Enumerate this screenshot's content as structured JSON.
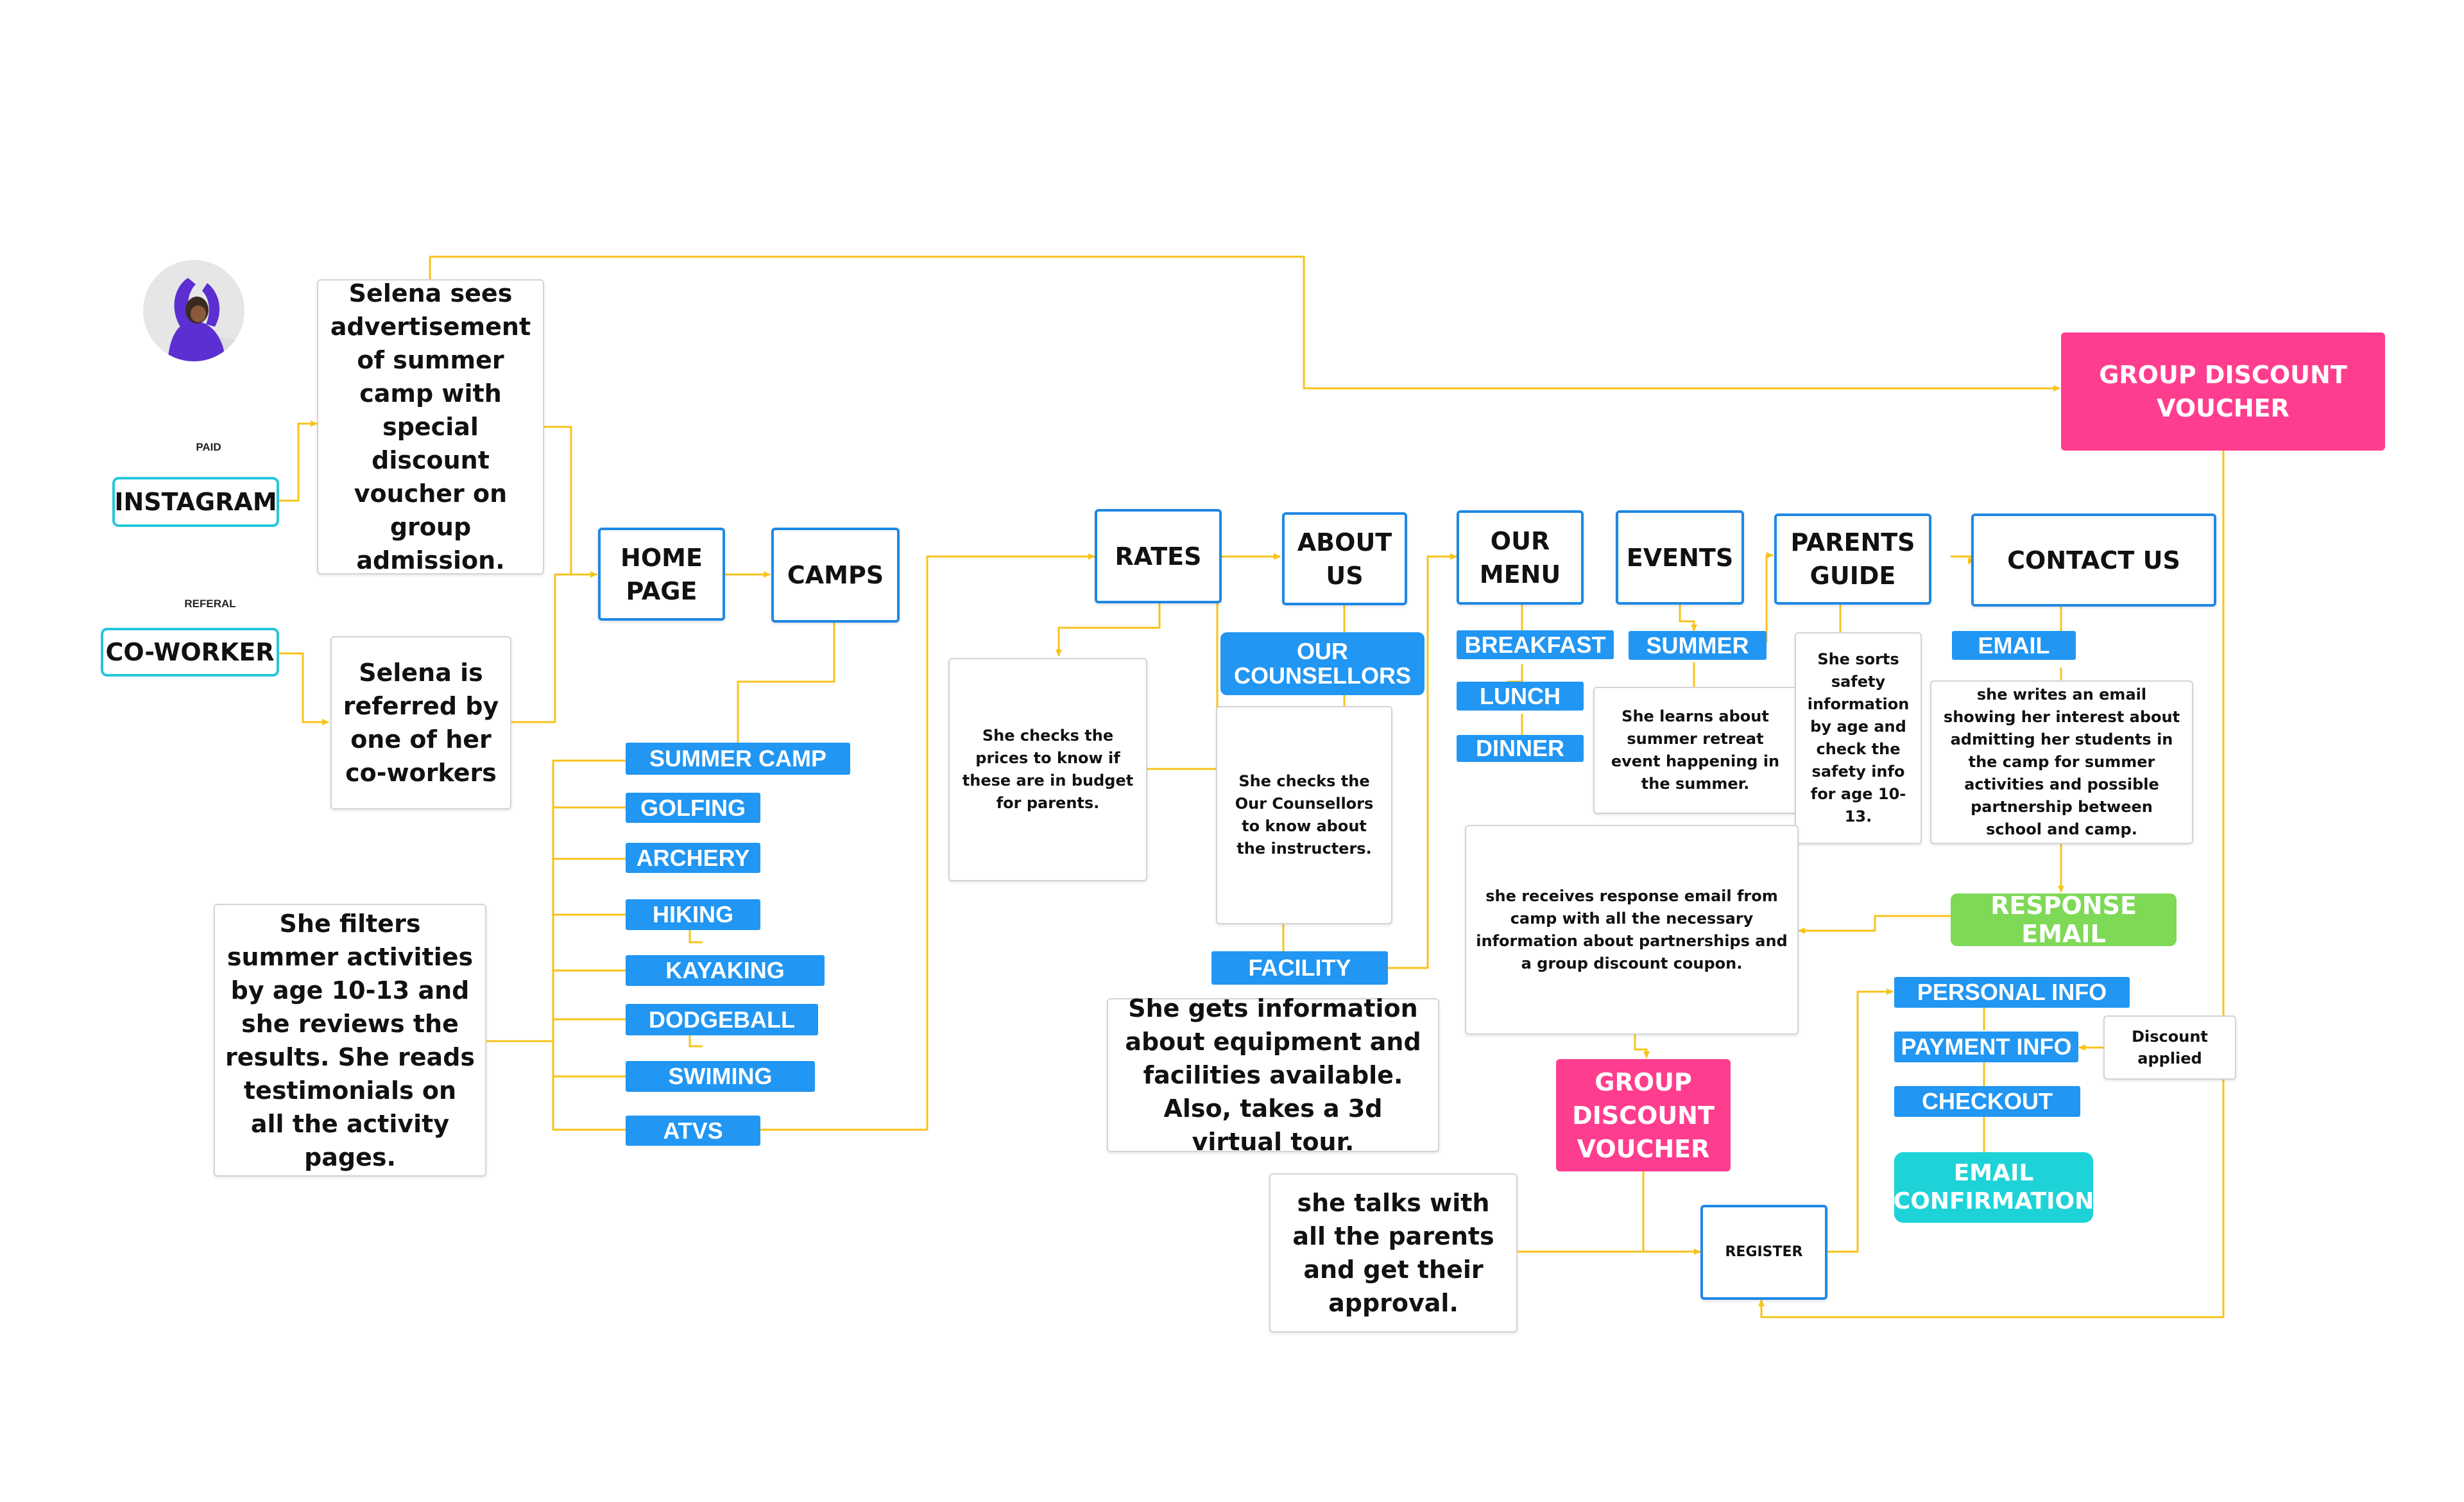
{
  "persona": {
    "avatar_icon": "person-stretching-icon",
    "ad_text": "Selena sees advertisement of summer camp with special discount voucher on group admission.",
    "referral_text": "Selena is referred by one of her co-workers"
  },
  "sources": {
    "paid_label": "PAID",
    "instagram": "INSTAGRAM",
    "referal_label": "REFERAL",
    "coworker": "CO-WORKER"
  },
  "pages": {
    "home": "HOME PAGE",
    "camps": "CAMPS",
    "rates": "RATES",
    "about": "ABOUT US",
    "menu": "OUR MENU",
    "events": "EVENTS",
    "parents_guide": "PARENTS GUIDE",
    "contact": "CONTACT US"
  },
  "camps": {
    "items": [
      "SUMMER CAMP",
      "GOLFING",
      "ARCHERY",
      "HIKING",
      "KAYAKING",
      "DODGEBALL",
      "SWIMING",
      "ATVS"
    ],
    "note": "She filters summer activities by age 10-13 and she reviews the results. She reads testimonials on all the activity pages."
  },
  "rates": {
    "note": "She checks the prices to know if these are in budget for parents."
  },
  "about": {
    "counsellors": "OUR COUNSELLORS",
    "counsellors_note": "She checks the Our Counsellors to know about the instructers.",
    "facility": "FACILITY",
    "facility_note": "She gets information about equipment and facilities available. Also, takes a 3d virtual  tour."
  },
  "menu": {
    "items": [
      "BREAKFAST",
      "LUNCH",
      "DINNER"
    ]
  },
  "events": {
    "summer": "SUMMER",
    "note": "She learns about summer retreat event happening in the summer."
  },
  "parents_guide": {
    "note": "She sorts safety information by age and check the safety info for age 10-13."
  },
  "contact": {
    "email": "EMAIL",
    "email_note": "she writes an email showing her interest about admitting her students in the camp for summer activities and possible partnership between school and camp.",
    "response": "RESPONSE EMAIL",
    "response_note": "she receives response email from camp with all the necessary information about partnerships and a group discount coupon."
  },
  "vouchers": {
    "top": "GROUP DISCOUNT VOUCHER",
    "middle": "GROUP DISCOUNT VOUCHER"
  },
  "checkout": {
    "parents_note": "she talks with all the parents and get their approval.",
    "register": "REGISTER",
    "personal": "PERSONAL INFO",
    "payment": "PAYMENT INFO",
    "discount": "Discount applied",
    "checkout": "CHECKOUT",
    "confirmation": "EMAIL CONFIRMATION"
  },
  "colors": {
    "connector": "#f7c31b",
    "page_border": "#1e88e5",
    "pill": "#2196f3",
    "voucher": "#ff3d8e",
    "response": "#7ed957",
    "confirmation": "#1dd3d8",
    "source_border": "#26c6da"
  }
}
